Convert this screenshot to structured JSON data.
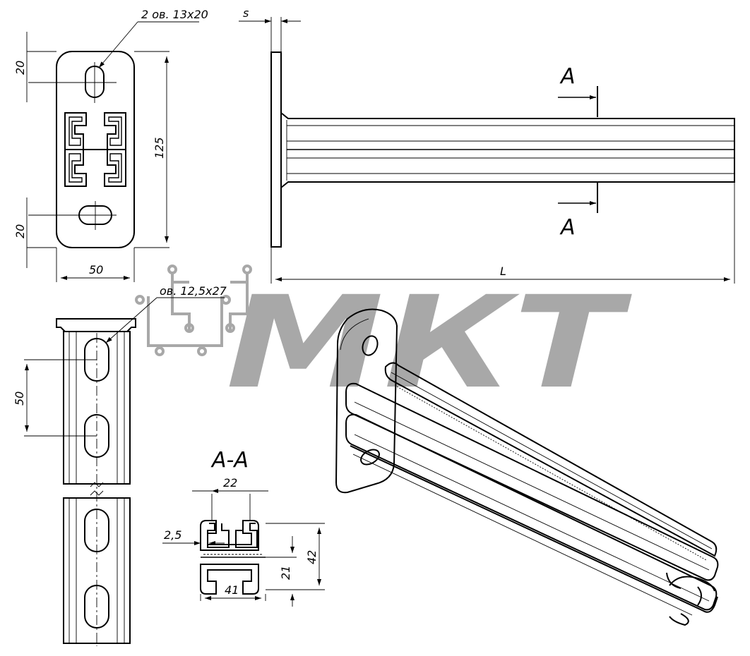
{
  "logo": {
    "text": "МКТ",
    "color": "#a8a8a8"
  },
  "front_view": {
    "holes_label": "2 ов. 13х20",
    "dim_top": "20",
    "dim_height": "125",
    "dim_bottom": "20",
    "dim_width": "50"
  },
  "side_view": {
    "dim_s": "s",
    "dim_L": "L",
    "section_top": "А",
    "section_bottom": "А"
  },
  "profile_view": {
    "slots_label": "ов. 12,5х27",
    "dim_pitch": "50"
  },
  "section_view": {
    "title": "А-А",
    "dim_opening": "22",
    "dim_thickness": "2,5",
    "dim_width": "41",
    "dim_half": "21",
    "dim_height": "42"
  },
  "colors": {
    "line": "#000000",
    "logo": "#a8a8a8"
  }
}
